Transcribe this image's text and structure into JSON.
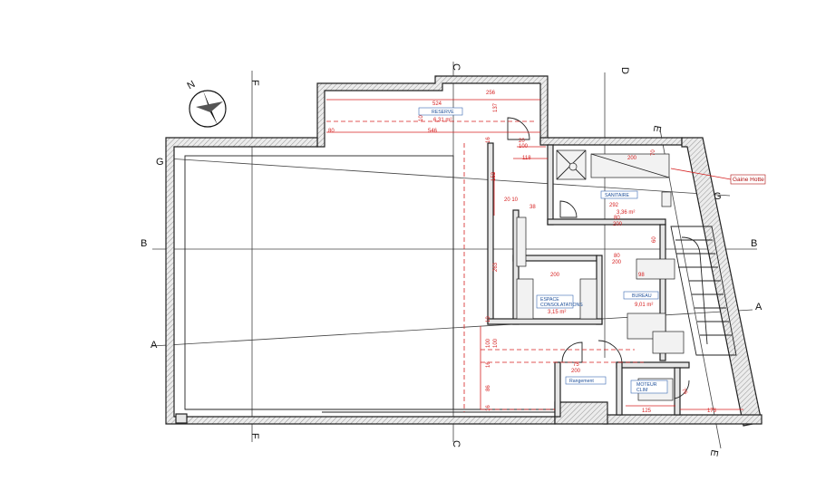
{
  "axes": {
    "f_top": "F",
    "f_bottom": "F",
    "c_top": "C",
    "c_bottom": "C",
    "d_top": "D",
    "e_top": "E",
    "e_bottom": "E",
    "g_left": "G",
    "g_right": "G",
    "b_left": "B",
    "b_right": "B",
    "a_left": "A",
    "a_right": "A"
  },
  "compass": {
    "north": "N"
  },
  "rooms": {
    "reserve": {
      "name": "RESERVE",
      "area": "6,31 m²"
    },
    "sanitaire": {
      "name": "SANITAIRE",
      "area": "3,36 m²"
    },
    "espace_conso": {
      "name": "ESPACE\nCONSOLATATIONS",
      "area": "3,15 m²"
    },
    "bureau": {
      "name": "BUREAU",
      "area": "9,01 m²"
    },
    "rangement": {
      "name": "Rangement"
    },
    "moteur_clim": {
      "name": "MOTEUR\nCLIM"
    }
  },
  "callouts": {
    "gaine": "Gaine Hotte"
  },
  "dimensions": {
    "d524": "524",
    "d256": "256",
    "d546": "546",
    "d137": "137",
    "d10": "10",
    "d80a": "80",
    "d16a": "16",
    "d20": "20",
    "d100a": "100",
    "d118": "118",
    "d200a": "200",
    "d70": "70",
    "d153": "153",
    "d20_10": "20 10",
    "d38": "38",
    "d292": "292",
    "d80b": "80",
    "d200b": "200",
    "d263": "263",
    "d80c": "80",
    "d200c": "200",
    "d98": "98",
    "d200d": "200",
    "d10b": "10",
    "d100b": "100",
    "d100c": "100",
    "d16b": "16",
    "d86": "86",
    "d16c": "16",
    "d75": "75",
    "d200e": "200",
    "d125": "125",
    "d173": "173",
    "d76": "76",
    "d60": "60"
  }
}
